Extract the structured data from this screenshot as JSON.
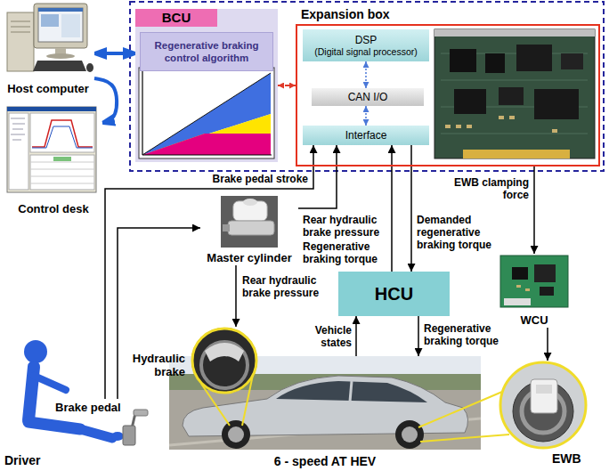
{
  "diagram": {
    "nodes": [
      {
        "text": [
          "Host computer"
        ]
      },
      {
        "text": [
          "BCU"
        ]
      },
      {
        "text": [
          "Regenerative braking control algorithm"
        ],
        "in": 1
      },
      {
        "text": [
          "Expansion box"
        ]
      },
      {
        "text": [
          "DSP",
          "(Digital signal processor)"
        ],
        "in": 3
      },
      {
        "text": [
          "CAN I/O"
        ],
        "in": 3
      },
      {
        "text": [
          "Interface"
        ],
        "in": 3
      },
      {
        "text": [
          "Control desk"
        ]
      },
      {
        "text": [
          "Master cylinder"
        ]
      },
      {
        "text": [
          "HCU"
        ]
      },
      {
        "text": [
          "WCU"
        ]
      },
      {
        "text": [
          "Driver"
        ]
      },
      {
        "text": [
          "Brake pedal"
        ]
      },
      {
        "text": [
          "Hydraulic brake"
        ]
      },
      {
        "text": [
          "6 - speed AT HEV"
        ]
      },
      {
        "text": [
          "EWB"
        ]
      }
    ],
    "edges": [
      {
        "from": 0,
        "to": 1,
        "arrow": "both"
      },
      {
        "from": 1,
        "to": 3,
        "arrow": "both"
      },
      {
        "from": 4,
        "to": 5,
        "arrow": "both"
      },
      {
        "from": 5,
        "to": 6,
        "arrow": "both"
      },
      {
        "from": 0,
        "to": 7,
        "arrow": "to"
      },
      {
        "from": 12,
        "to": 6,
        "label": "Brake pedal stroke",
        "arrow": "to"
      },
      {
        "from": 8,
        "to": 6,
        "label": "Rear hydraulic brake pressure",
        "arrow": "to"
      },
      {
        "from": 9,
        "to": 6,
        "label": "Regenerative braking torque",
        "arrow": "to"
      },
      {
        "from": 6,
        "to": 9,
        "label": "Demanded regenerative braking torque",
        "arrow": "to"
      },
      {
        "from": 3,
        "to": 10,
        "label": "EWB clamping force",
        "arrow": "to"
      },
      {
        "from": 12,
        "to": 8,
        "arrow": "to"
      },
      {
        "from": 8,
        "to": 13,
        "label": "Rear hydraulic brake pressure",
        "arrow": "to"
      },
      {
        "from": 14,
        "to": 9,
        "label": "Vehicle states",
        "arrow": "to"
      },
      {
        "from": 9,
        "to": 14,
        "label": "Regenerative braking torque",
        "arrow": "to"
      },
      {
        "from": 10,
        "to": 15,
        "arrow": "to"
      }
    ]
  }
}
